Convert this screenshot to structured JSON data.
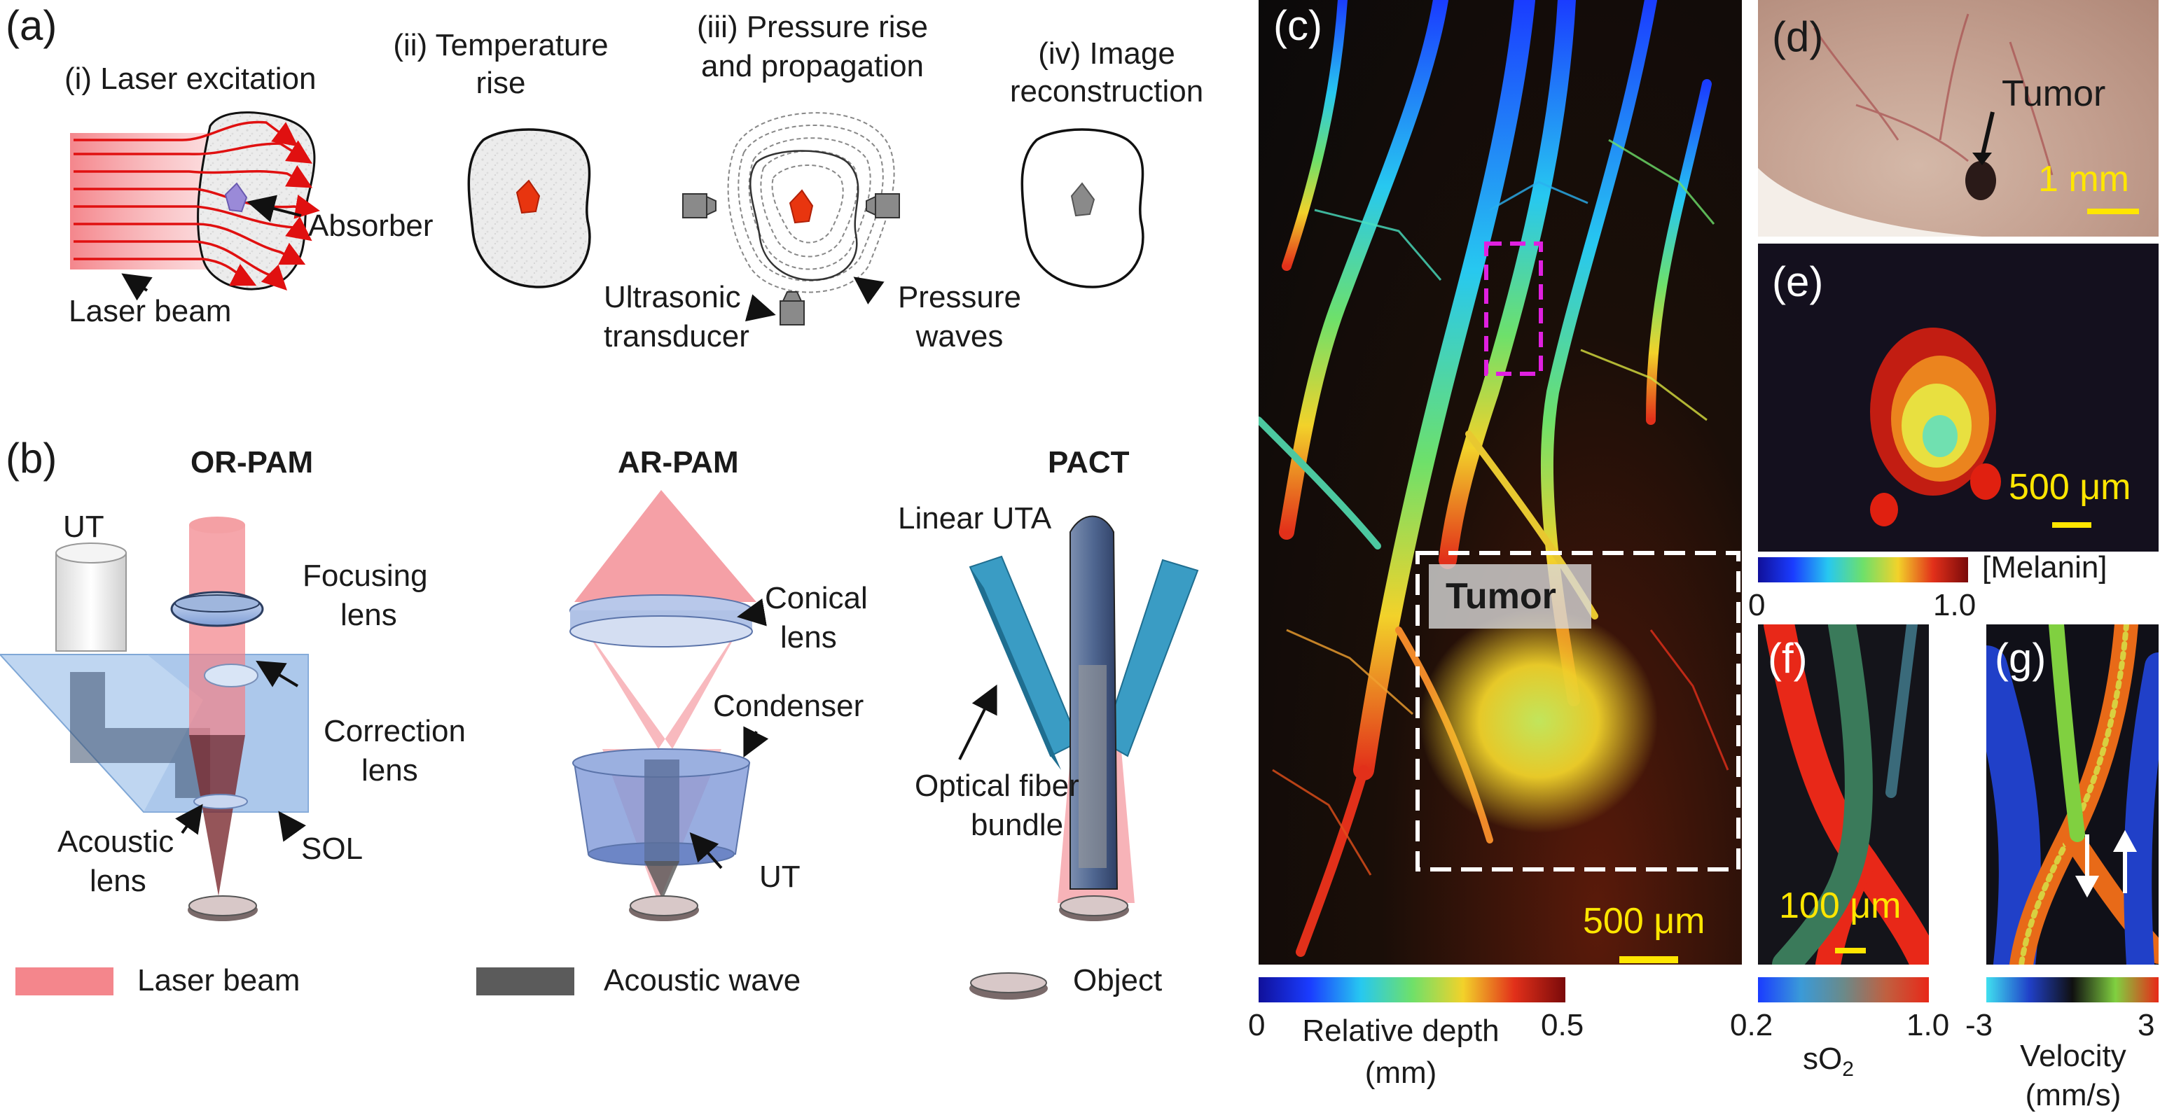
{
  "panel_a": {
    "label": "(a)",
    "step1": "(i) Laser excitation",
    "step2_l1": "(ii) Temperature",
    "step2_l2": "rise",
    "step3_l1": "(iii) Pressure rise",
    "step3_l2": "and propagation",
    "step4_l1": "(iv) Image",
    "step4_l2": "reconstruction",
    "absorber": "Absorber",
    "laser_beam": "Laser beam",
    "transducer_l1": "Ultrasonic",
    "transducer_l2": "transducer",
    "waves_l1": "Pressure",
    "waves_l2": "waves"
  },
  "panel_b": {
    "label": "(b)",
    "orpam": "OR-PAM",
    "arpam": "AR-PAM",
    "pact": "PACT",
    "ut": "UT",
    "focusing_l1": "Focusing",
    "focusing_l2": "lens",
    "correction_l1": "Correction",
    "correction_l2": "lens",
    "acoustic_l1": "Acoustic",
    "acoustic_l2": "lens",
    "sol": "SOL",
    "conical_l1": "Conical",
    "conical_l2": "lens",
    "condenser": "Condenser",
    "ut2": "UT",
    "linear_uta": "Linear UTA",
    "fiber_l1": "Optical fiber",
    "fiber_l2": "bundle",
    "legend_laser": "Laser beam",
    "legend_acoustic": "Acoustic wave",
    "legend_object": "Object"
  },
  "panel_c": {
    "label": "(c)",
    "tumor": "Tumor",
    "scale": "500 μm",
    "cb_min": "0",
    "cb_max": "0.5",
    "cb_title_l1": "Relative depth",
    "cb_title_l2": "(mm)"
  },
  "panel_d": {
    "label": "(d)",
    "tumor": "Tumor",
    "scale": "1 mm"
  },
  "panel_e": {
    "label": "(e)",
    "scale": "500 μm",
    "cb_min": "0",
    "cb_max": "1.0",
    "cb_title": "[Melanin]"
  },
  "panel_f": {
    "label": "(f)",
    "scale": "100 μm",
    "cb_min": "0.2",
    "cb_max": "1.0",
    "cb_title": "sO",
    "cb_sub": "2"
  },
  "panel_g": {
    "label": "(g)",
    "cb_min": "-3",
    "cb_max": "3",
    "cb_title_l1": "Velocity",
    "cb_title_l2": "(mm/s)"
  },
  "colors": {
    "laser": "#f4868c",
    "acoustic": "#5b5b5b",
    "absorber": "#e8350f",
    "scale_text": "#ffe600",
    "tumor_box": "#ffffff",
    "roi_box": "#e020e0"
  }
}
